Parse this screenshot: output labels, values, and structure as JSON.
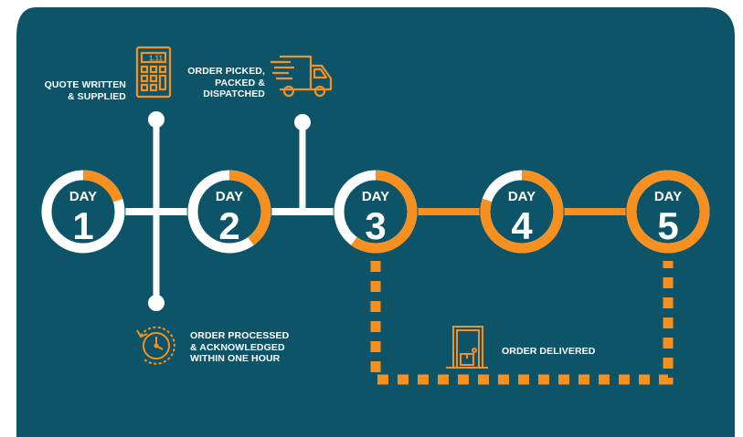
{
  "colors": {
    "panel": "#0d5469",
    "accent": "#f7901e",
    "white": "#ffffff"
  },
  "days": [
    {
      "word": "DAY",
      "number": "1",
      "progress": 0.2
    },
    {
      "word": "DAY",
      "number": "2",
      "progress": 0.4
    },
    {
      "word": "DAY",
      "number": "3",
      "progress": 0.6
    },
    {
      "word": "DAY",
      "number": "4",
      "progress": 0.8
    },
    {
      "word": "DAY",
      "number": "5",
      "progress": 1.0
    }
  ],
  "milestones": {
    "quote": {
      "text": "QUOTE WRITTEN\n& SUPPLIED",
      "icon": "calculator-icon"
    },
    "picked": {
      "text": "ORDER PICKED,\nPACKED &\nDISPATCHED",
      "icon": "delivery-truck-icon"
    },
    "processed": {
      "text": "ORDER PROCESSED\n& ACKNOWLEDGED\nWITHIN ONE HOUR",
      "icon": "clock-icon"
    },
    "delivered": {
      "text": "ORDER DELIVERED",
      "icon": "door-package-icon"
    }
  },
  "calculator_display": "1.11"
}
